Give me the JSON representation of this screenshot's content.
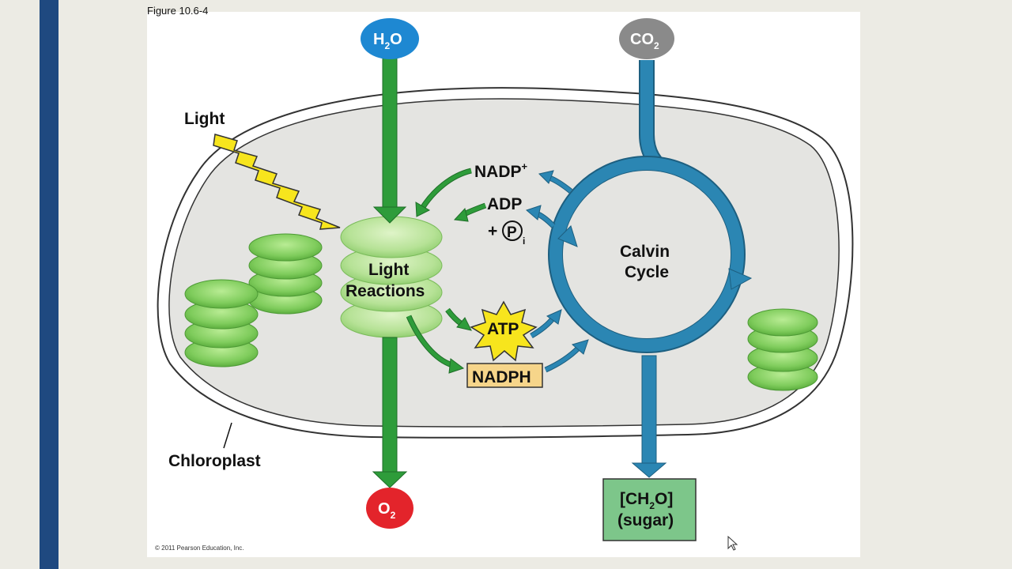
{
  "figure_label": "Figure 10.6-4",
  "labels": {
    "light": "Light",
    "light_reactions_1": "Light",
    "light_reactions_2": "Reactions",
    "calvin_1": "Calvin",
    "calvin_2": "Cycle",
    "nadp": "NADP",
    "nadp_sup": "+",
    "adp": "ADP",
    "plus": "+",
    "p": "P",
    "p_sub": "i",
    "atp": "ATP",
    "nadph": "NADPH",
    "chloroplast": "Chloroplast",
    "h2o_h": "H",
    "h2o_sub": "2",
    "h2o_o": "O",
    "co2_co": "CO",
    "co2_sub": "2",
    "o2_o": "O",
    "o2_sub": "2",
    "sugar_1a": "[CH",
    "sugar_1sub": "2",
    "sugar_1b": "O]",
    "sugar_2": "(sugar)"
  },
  "copyright": "© 2011 Pearson Education, Inc.",
  "colors": {
    "left_bar": "#1f4980",
    "h2o_bubble": "#1e88d2",
    "co2_bubble": "#8a8a8a",
    "o2_bubble": "#e3242b",
    "green_arrow": "#2e9c3a",
    "blue_arrow": "#2b86b3",
    "lightning": "#f7e51d",
    "atp_star": "#f7e51d",
    "nadph_box": "#f6d58a",
    "sugar_box": "#7dc68a",
    "chloroplast_fill": "#e4e4e1",
    "thylakoid": "#7fcc5c"
  }
}
